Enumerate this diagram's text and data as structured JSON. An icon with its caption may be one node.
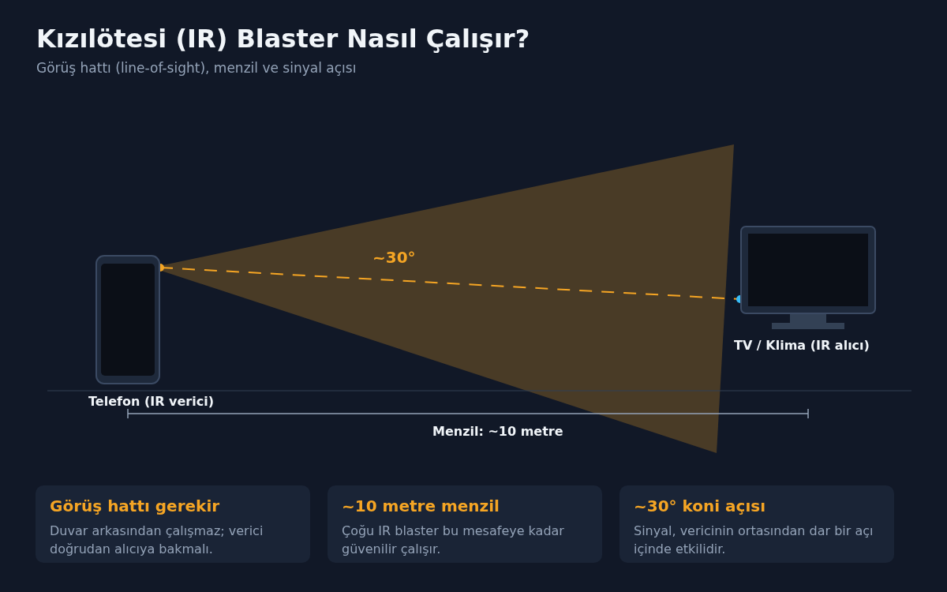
{
  "diagram": {
    "title": "Kızılötesi (IR) Blaster Nasıl Çalışır?",
    "caption": "Görüş hattı (line-of-sight), menzil ve sinyal açısı",
    "nodes": [
      {
        "text": [
          "Telefon (IR verici)"
        ]
      },
      {
        "text": [
          "TV / Klima (IR alıcı)"
        ]
      },
      {
        "text": [
          "Görüş hattı gerekir",
          "Duvar arkasından çalışmaz; verici doğrudan alıcıya bakmalı."
        ]
      },
      {
        "text": [
          "~10 metre menzil",
          "Çoğu IR blaster bu mesafeye kadar güvenilir çalışır."
        ]
      },
      {
        "text": [
          "~30° koni açısı",
          "Sinyal, vericinin ortasından dar bir açı içinde etkilidir."
        ]
      }
    ],
    "edges": [
      {
        "from": 0,
        "to": 1,
        "arrow": "other",
        "style": "dashed",
        "color": "#f5a524"
      }
    ],
    "labels": [
      "~30°",
      "Menzil: ~10 metre"
    ]
  }
}
